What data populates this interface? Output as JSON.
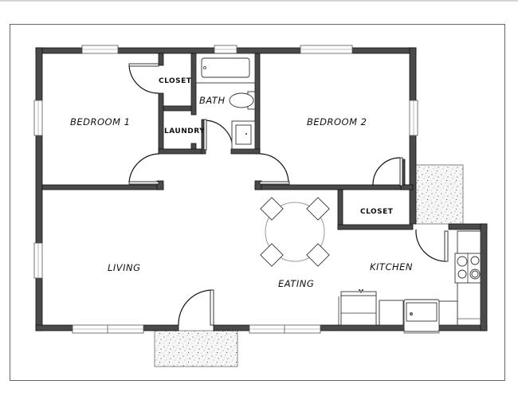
{
  "plan": {
    "rooms": [
      {
        "id": "bedroom-1",
        "label": "BEDROOM 1"
      },
      {
        "id": "closet-1",
        "label": "CLOSET"
      },
      {
        "id": "bath",
        "label": "BATH"
      },
      {
        "id": "laundry",
        "label": "LAUNDRY"
      },
      {
        "id": "bedroom-2",
        "label": "BEDROOM 2"
      },
      {
        "id": "closet-2",
        "label": "CLOSET"
      },
      {
        "id": "living",
        "label": "LIVING"
      },
      {
        "id": "eating",
        "label": "EATING"
      },
      {
        "id": "kitchen",
        "label": "KITCHEN"
      }
    ],
    "fixtures": [
      "bathtub-icon",
      "toilet-icon",
      "bathroom-sink-icon",
      "dining-table-icon",
      "kitchen-sink-icon",
      "dishwasher-icon",
      "range-icon",
      "refrigerator-icon",
      "stove-icon"
    ],
    "colors": {
      "wall": "#4a4a4a",
      "outline": "#111111",
      "border": "#666666",
      "background": "#ffffff"
    }
  }
}
